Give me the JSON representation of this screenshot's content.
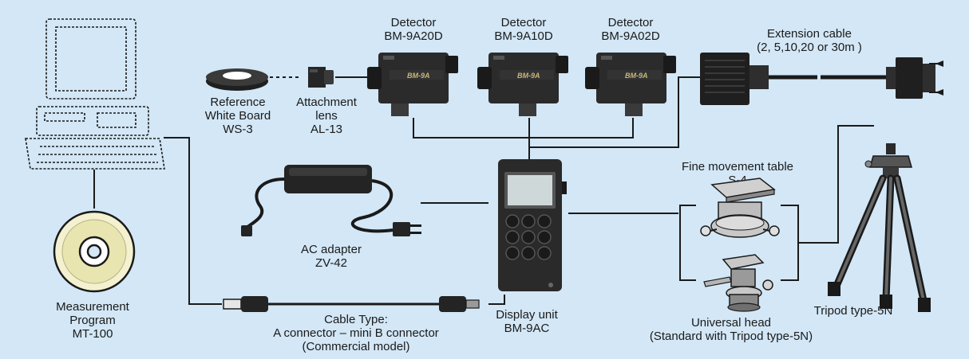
{
  "colors": {
    "background": "#d3e7f6",
    "device": "#2a2a2a",
    "line": "#1a1a1a",
    "detector_badge": "#c8b87a"
  },
  "detectors": [
    {
      "title": "Detector",
      "model": "BM-9A20D",
      "badge": "BM-9A"
    },
    {
      "title": "Detector",
      "model": "BM-9A10D",
      "badge": "BM-9A"
    },
    {
      "title": "Detector",
      "model": "BM-9A02D",
      "badge": "BM-9A"
    }
  ],
  "extension_cable": {
    "title": "Extension cable",
    "lengths": "(2, 5,10,20 or 30m )"
  },
  "reference_board": {
    "line1": "Reference",
    "line2": "White Board",
    "line3": "WS-3"
  },
  "attachment_lens": {
    "line1": "Attachment",
    "line2": "lens",
    "line3": "AL-13"
  },
  "ac_adapter": {
    "line1": "AC adapter",
    "line2": "ZV-42"
  },
  "cable_type": {
    "line1": "Cable Type:",
    "line2": "A connector – mini B connector",
    "line3": "(Commercial model)"
  },
  "display_unit": {
    "line1": "Display unit",
    "line2": "BM-9AC"
  },
  "fine_movement_table": {
    "line1": "Fine movement table",
    "line2": "S-4"
  },
  "universal_head": {
    "line1": "Universal head",
    "line2": "(Standard with Tripod type-5N)"
  },
  "tripod": {
    "label": "Tripod type-5N"
  },
  "program": {
    "line1": "Measurement",
    "line2": "Program",
    "line3": "MT-100"
  },
  "icons": [
    "computer-icon",
    "cd-rom-icon",
    "white-board-icon",
    "lens-icon",
    "detector-icon",
    "connector-icon",
    "ac-adapter-icon",
    "usb-cable-icon",
    "display-unit-icon",
    "fine-movement-table-icon",
    "universal-head-icon",
    "tripod-icon"
  ]
}
